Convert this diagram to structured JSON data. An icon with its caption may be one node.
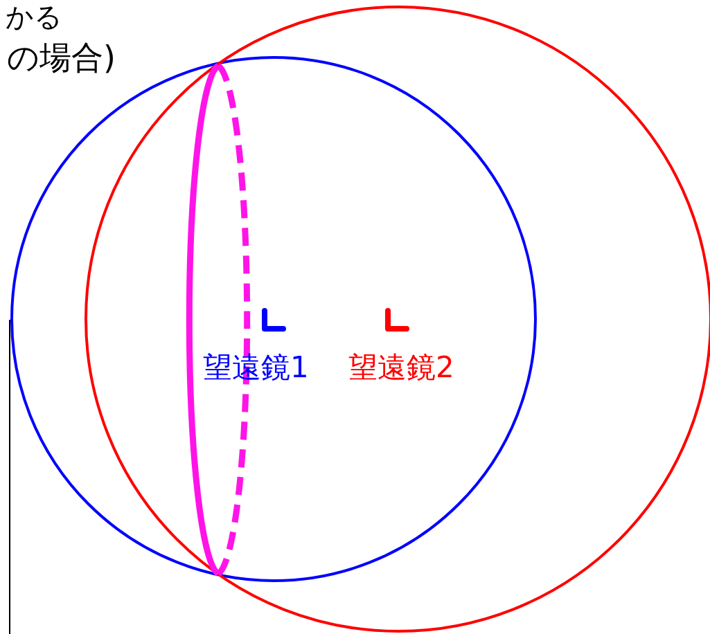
{
  "diagram": {
    "labels": [
      "かる",
      "の場合)",
      "望遠鏡1",
      "望遠鏡2"
    ]
  }
}
